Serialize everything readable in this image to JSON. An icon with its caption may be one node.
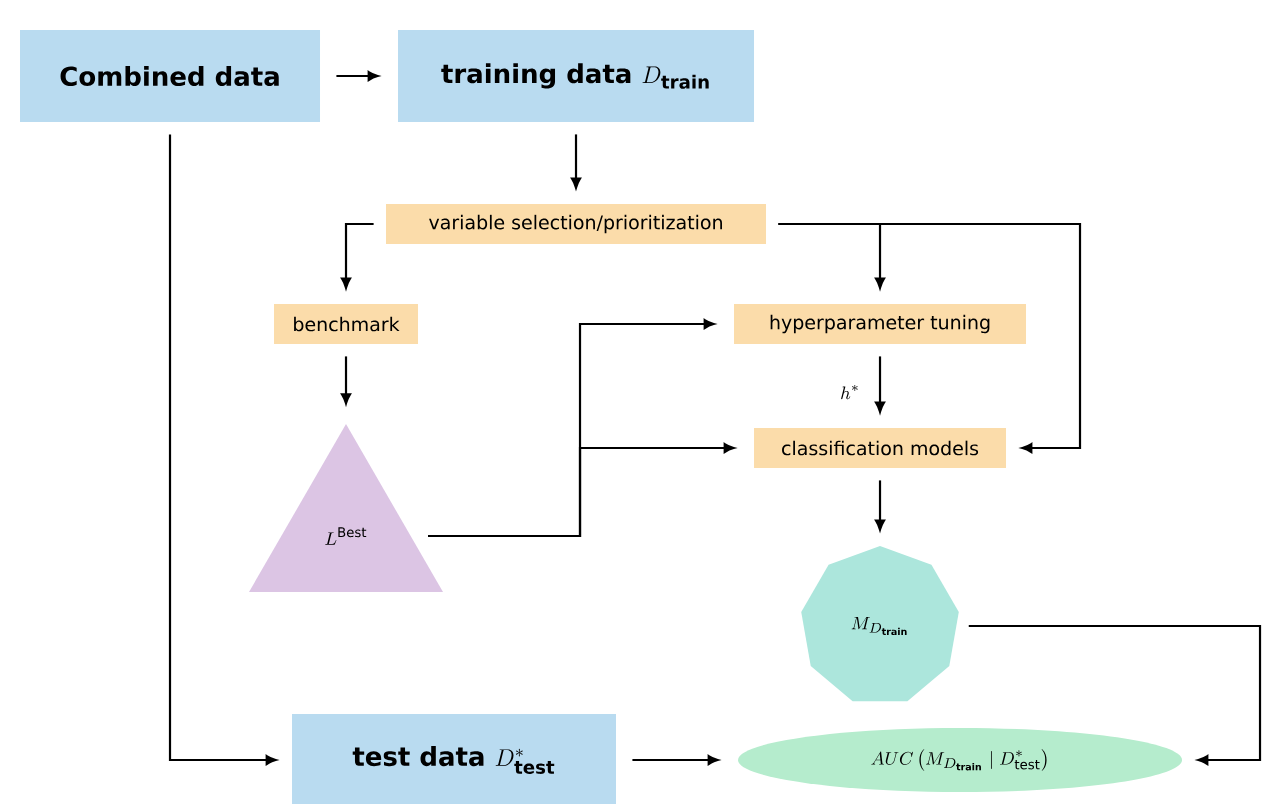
{
  "diagram": {
    "nodes": [
      {
        "text": [
          "Combined data"
        ]
      },
      {
        "text": [
          "\\text{training data }D_{\\textbf{train}}"
        ]
      },
      {
        "text": [
          "variable selection/prioritization"
        ]
      },
      {
        "text": [
          "benchmark"
        ]
      },
      {
        "text": [
          "hyperparameter tuning"
        ]
      },
      {
        "text": [
          "classification models"
        ]
      },
      {
        "text": [
          "L^{\\text{Best}}"
        ]
      },
      {
        "text": [
          "M_{D_{\\textbf{train}}}"
        ]
      },
      {
        "text": [
          "\\text{test data }D^{*}_{\\textbf{test}}"
        ]
      },
      {
        "text": [
          "AUC\\left(M_{D_{\\textbf{train}}}\\mid D^{*}_{\\text{test}}\\right)"
        ]
      }
    ],
    "edges": [
      {
        "from": 0,
        "to": 1,
        "arrow": "to"
      },
      {
        "from": 1,
        "to": 2,
        "arrow": "to"
      },
      {
        "from": 2,
        "to": 3,
        "arrow": "to"
      },
      {
        "from": 2,
        "to": 4,
        "arrow": "to"
      },
      {
        "from": 2,
        "to": 5,
        "arrow": "to"
      },
      {
        "from": 4,
        "to": 5,
        "arrow": "to",
        "label": "h^{*}"
      },
      {
        "from": 3,
        "to": 6,
        "arrow": "to"
      },
      {
        "from": 6,
        "to": 4,
        "arrow": "to"
      },
      {
        "from": 6,
        "to": 5,
        "arrow": "to"
      },
      {
        "from": 5,
        "to": 7,
        "arrow": "to"
      },
      {
        "from": 7,
        "to": 9,
        "arrow": "to"
      },
      {
        "from": 0,
        "to": 8,
        "arrow": "to"
      },
      {
        "from": 8,
        "to": 9,
        "arrow": "to"
      }
    ]
  }
}
